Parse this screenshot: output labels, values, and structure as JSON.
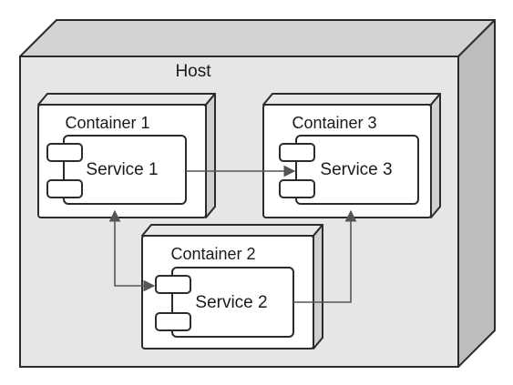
{
  "host": {
    "label": "Host"
  },
  "containers": {
    "c1": {
      "label": "Container 1",
      "service": "Service 1"
    },
    "c2": {
      "label": "Container 2",
      "service": "Service 2"
    },
    "c3": {
      "label": "Container 3",
      "service": "Service 3"
    }
  },
  "connections": [
    {
      "from": "Service 1",
      "to": "Service 3",
      "direction": "one-way"
    },
    {
      "from": "Container 1",
      "to": "Service 2",
      "direction": "two-way"
    },
    {
      "from": "Service 2",
      "to": "Container 3",
      "direction": "one-way"
    }
  ],
  "colors": {
    "host_face": "#e6e6e6",
    "host_side": "#bdbdbd",
    "host_top": "#d3d3d3",
    "container_side": "#cfcfcf",
    "container_top": "#e9e9e9",
    "stroke": "#2b2b2b",
    "arrow": "#555555"
  }
}
